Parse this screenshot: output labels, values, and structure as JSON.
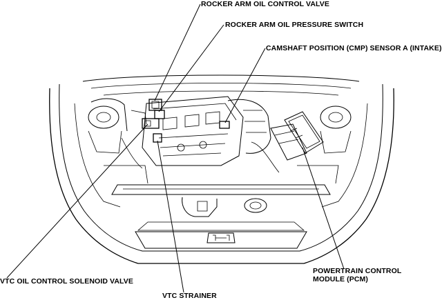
{
  "labels": {
    "rocker_arm_oil_control_valve": "ROCKER ARM OIL CONTROL VALVE",
    "rocker_arm_oil_pressure_switch": "ROCKER ARM OIL PRESSURE SWITCH",
    "cmp_sensor": "CAMSHAFT POSITION (CMP) SENSOR A (INTAKE)",
    "pcm_line1": "POWERTRAIN CONTROL",
    "pcm_line2": "MODULE (PCM)",
    "vtc_oil_control_solenoid_valve": "VTC OIL CONTROL SOLENOID VALVE",
    "vtc_strainer": "VTC STRAINER"
  }
}
